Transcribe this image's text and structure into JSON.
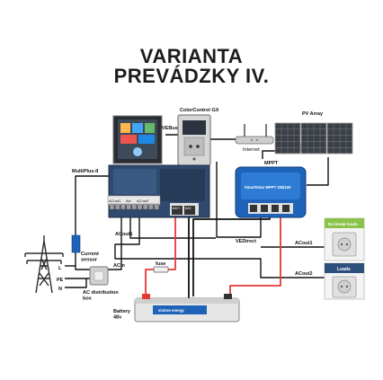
{
  "title": {
    "line1": "VARIANTA",
    "line2": "PREVÁDZKY IV."
  },
  "labels": {
    "color_control": "ColorControl GX",
    "pv_array": "PV Array",
    "vebus": "VEBus",
    "internet": "Internet",
    "mppt": "MPPT",
    "mppt_model": "SmartSolar MPPT 250|100",
    "multiplus": "MultiPlus-II",
    "acout1_port": "ACout1",
    "ain_port": "Ain",
    "acout2_port": "ACout2",
    "port_codes": "N PE L",
    "bat_plus": "BAT+",
    "bat_minus": "BAT-",
    "vedirect": "VEDirect",
    "acout1_line": "ACout1",
    "acout2_line": "ACout2",
    "no_break_loads": "No break loads",
    "loads": "Loads",
    "current_sensor": "Current sensor",
    "grid_l": "L",
    "grid_pe": "PE",
    "grid_n": "N",
    "acin": "ACin",
    "fuse": "fuse",
    "ac_distribution": "AC distribution box",
    "battery": "Battery 48v",
    "battery_brand": "victron energy"
  },
  "colors": {
    "dc_positive": "#e53935",
    "dc_negative": "#111111",
    "ac_line": "#222222",
    "multiplus_panel": "#2f4a6e",
    "mppt_body": "#1f63b8",
    "no_break_header": "#8bc34a",
    "loads_header": "#2d4f7c",
    "title": "#1c1c1c"
  }
}
